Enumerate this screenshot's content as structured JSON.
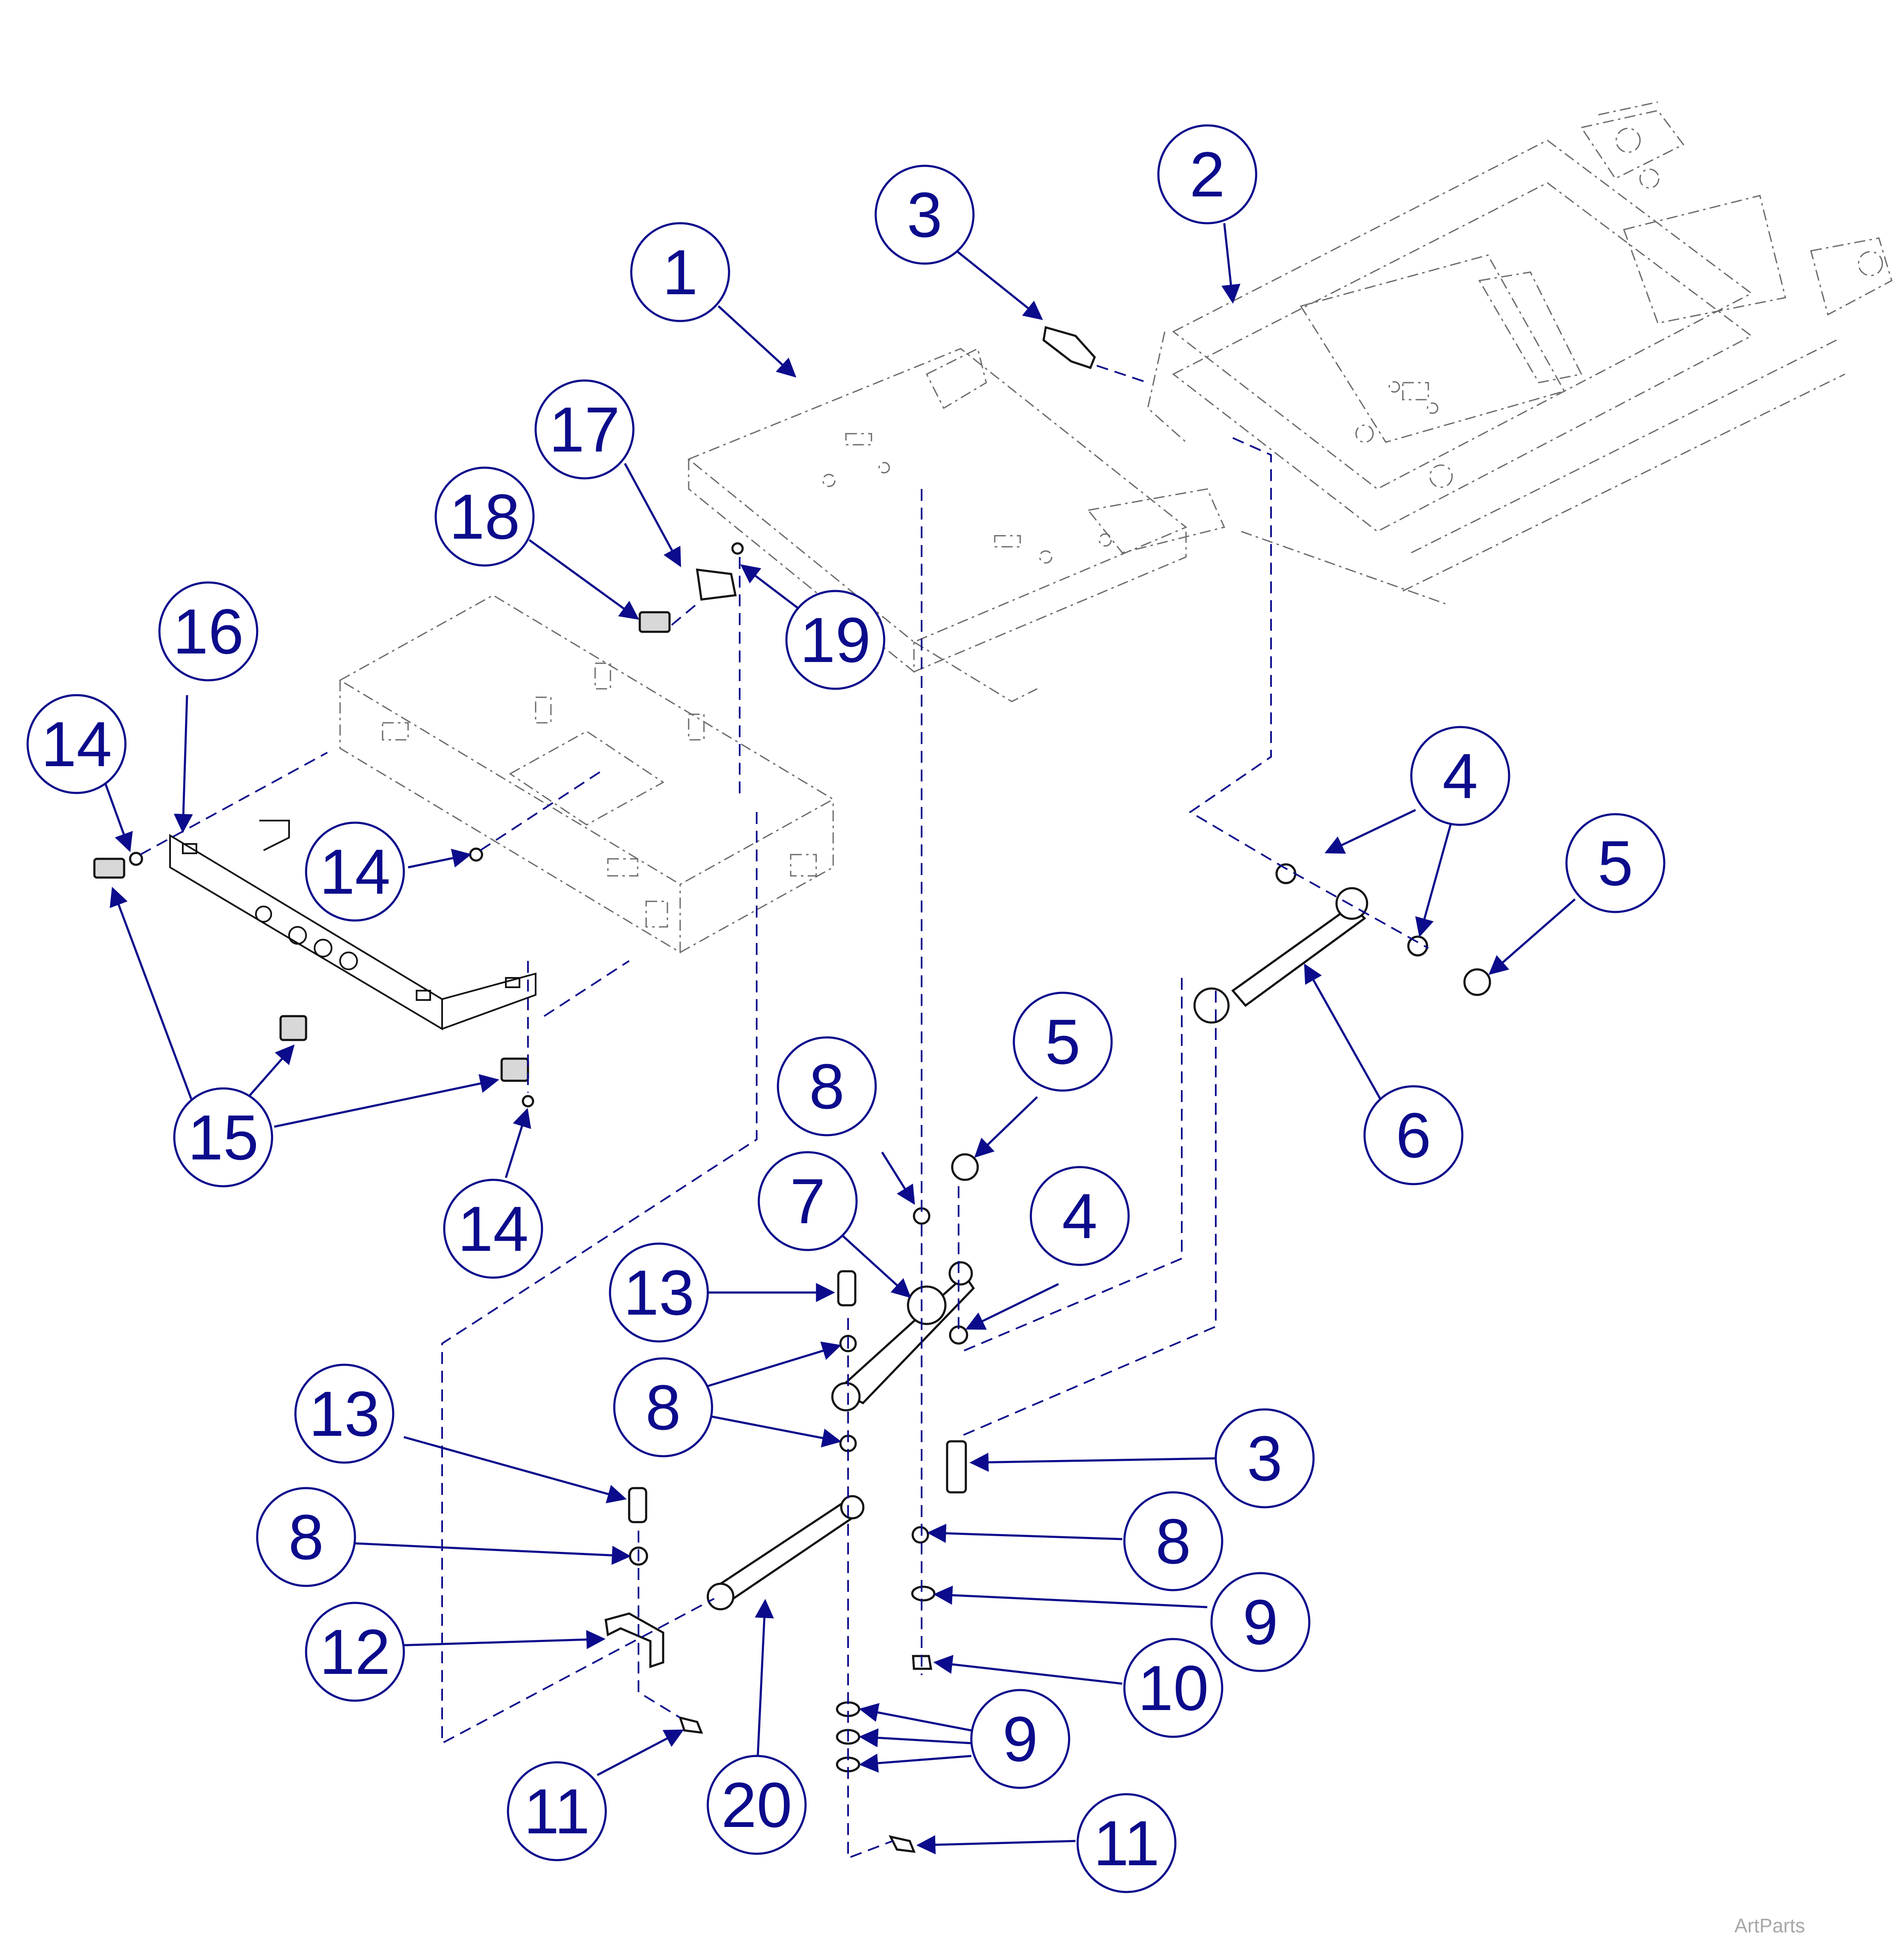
{
  "callouts": [
    {
      "id": "c1",
      "label": "1"
    },
    {
      "id": "c2",
      "label": "2"
    },
    {
      "id": "c3a",
      "label": "3"
    },
    {
      "id": "c3b",
      "label": "3"
    },
    {
      "id": "c4a",
      "label": "4"
    },
    {
      "id": "c4b",
      "label": "4"
    },
    {
      "id": "c5a",
      "label": "5"
    },
    {
      "id": "c5b",
      "label": "5"
    },
    {
      "id": "c6",
      "label": "6"
    },
    {
      "id": "c7",
      "label": "7"
    },
    {
      "id": "c8a",
      "label": "8"
    },
    {
      "id": "c8b",
      "label": "8"
    },
    {
      "id": "c8c",
      "label": "8"
    },
    {
      "id": "c8d",
      "label": "8"
    },
    {
      "id": "c9a",
      "label": "9"
    },
    {
      "id": "c9b",
      "label": "9"
    },
    {
      "id": "c10",
      "label": "10"
    },
    {
      "id": "c11a",
      "label": "11"
    },
    {
      "id": "c11b",
      "label": "11"
    },
    {
      "id": "c12",
      "label": "12"
    },
    {
      "id": "c13a",
      "label": "13"
    },
    {
      "id": "c13b",
      "label": "13"
    },
    {
      "id": "c14a",
      "label": "14"
    },
    {
      "id": "c14b",
      "label": "14"
    },
    {
      "id": "c14c",
      "label": "14"
    },
    {
      "id": "c15",
      "label": "15"
    },
    {
      "id": "c16",
      "label": "16"
    },
    {
      "id": "c17",
      "label": "17"
    },
    {
      "id": "c18",
      "label": "18"
    },
    {
      "id": "c19",
      "label": "19"
    },
    {
      "id": "c20",
      "label": "20"
    }
  ],
  "watermark": "ArtParts",
  "colors": {
    "callout": "#0b0b8c",
    "outline": "#111111",
    "phantom": "#6b6b6b"
  }
}
